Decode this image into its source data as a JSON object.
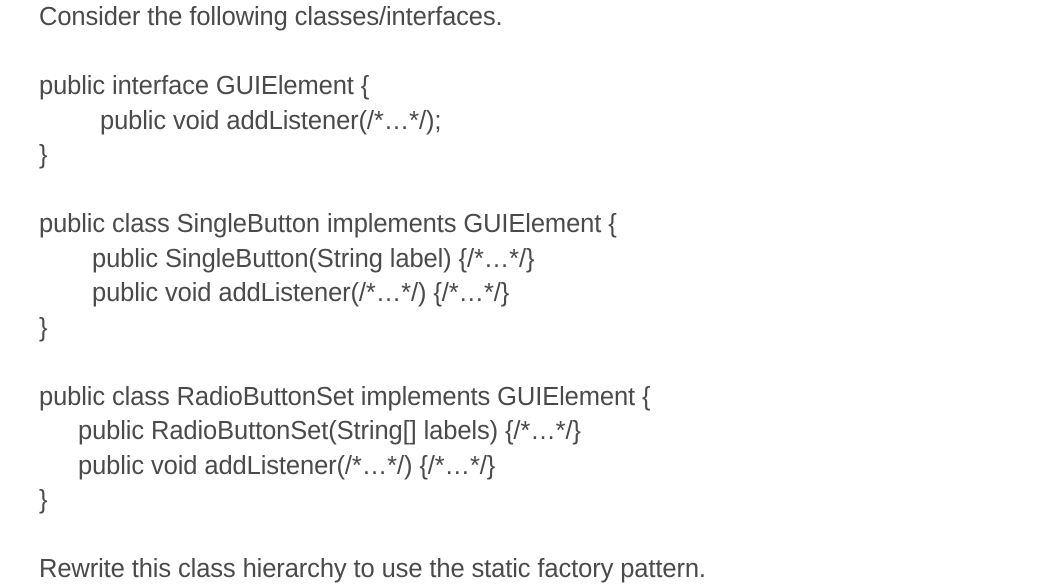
{
  "slide": {
    "background_color": "#ffffff",
    "text_color": "#4a4a4a",
    "prompt_intro": "Consider the following classes/interfaces.",
    "prompt_task": "Rewrite this class hierarchy to use the static factory pattern.",
    "blocks": [
      {
        "name": "guielement-interface",
        "lines": [
          {
            "text": "public interface GUIElement {",
            "indent": 0
          },
          {
            "text": "public void addListener(/*…*/);",
            "indent": 1
          },
          {
            "text": "}",
            "indent": 0
          }
        ]
      },
      {
        "name": "singlebutton-class",
        "lines": [
          {
            "text": "public class SingleButton implements GUIElement {",
            "indent": 0
          },
          {
            "text": "public SingleButton(String label) {/*…*/}",
            "indent": 2
          },
          {
            "text": "public void addListener(/*…*/) {/*…*/}",
            "indent": 2
          },
          {
            "text": "}",
            "indent": 0
          }
        ]
      },
      {
        "name": "radiobuttonset-class",
        "lines": [
          {
            "text": "public class RadioButtonSet implements GUIElement {",
            "indent": 0
          },
          {
            "text": "public RadioButtonSet(String[] labels) {/*…*/}",
            "indent": 3
          },
          {
            "text": "public void addListener(/*…*/) {/*…*/}",
            "indent": 3
          },
          {
            "text": "}",
            "indent": 0
          }
        ]
      }
    ]
  }
}
